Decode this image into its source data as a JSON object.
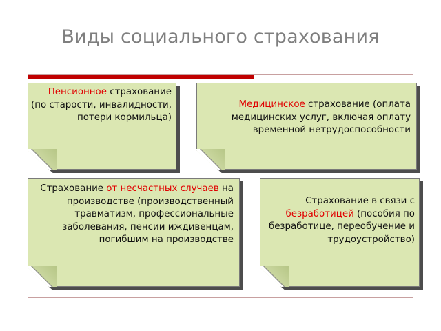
{
  "slide": {
    "title": "Виды социального страхования"
  },
  "cards": [
    {
      "highlight": "Пенсионное",
      "text": " страхование (по старости, инвалидности, потери кормильца)"
    },
    {
      "highlight": "Медицинское",
      "text": " страхование (оплата медицинских услуг, включая оплату временной нетрудоспособности"
    },
    {
      "prefix": "Страхование ",
      "highlight": "от несчастных случаев",
      "text": " на производстве (производственный травматизм, профессиональные заболевания, пенсии иждивенцам, погибшим на производстве"
    },
    {
      "prefix": "Страхование в связи с ",
      "highlight": "безработицей",
      "text": " (пособия по безработице, переобучение и трудоустройство)"
    }
  ],
  "colors": {
    "title": "#7f7f7f",
    "accent": "#c00000",
    "highlight": "#e00000",
    "note_fill": "#dbe7b2",
    "note_shadow": "#4d4d4d"
  }
}
